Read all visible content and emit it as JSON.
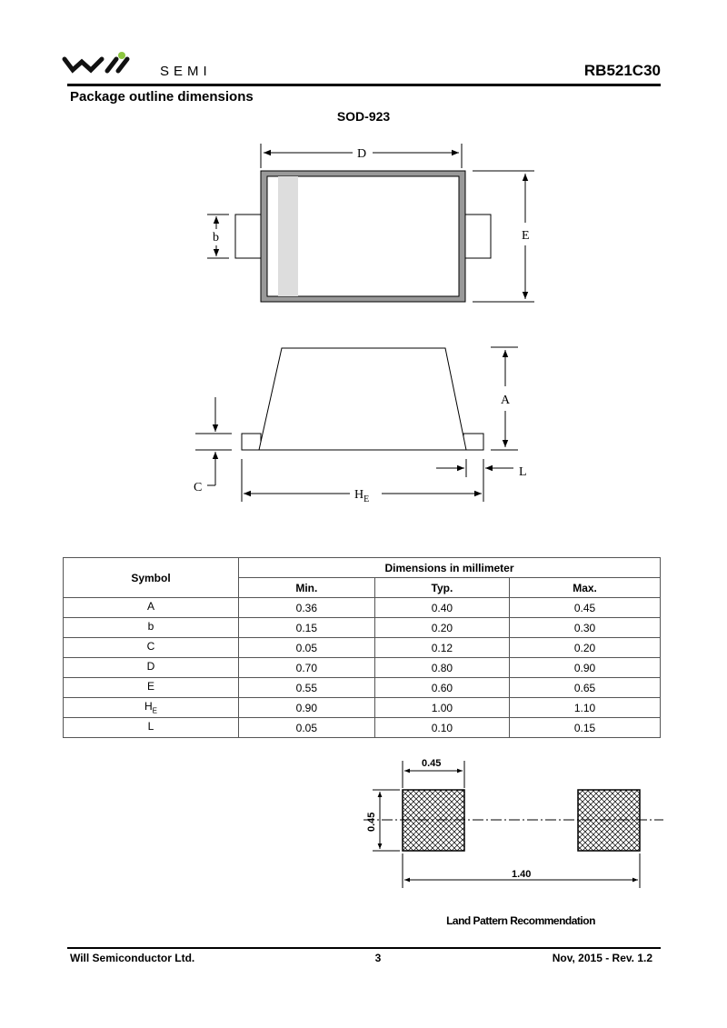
{
  "header": {
    "logo_text": "SEMI",
    "logo_brand": "Will Semi",
    "part_number": "RB521C30"
  },
  "section_title": "Package outline dimensions",
  "package_name": "SOD-923",
  "drawing_labels": {
    "D": "D",
    "E": "E",
    "b": "b",
    "A": "A",
    "C": "C",
    "H": "H",
    "H_sub": "E",
    "L": "L"
  },
  "table": {
    "symbol_header": "Symbol",
    "group_header": "Dimensions in millimeter",
    "columns": [
      "Min.",
      "Typ.",
      "Max."
    ],
    "rows": [
      {
        "symbol": "A",
        "sub": "",
        "min": "0.36",
        "typ": "0.40",
        "max": "0.45"
      },
      {
        "symbol": "b",
        "sub": "",
        "min": "0.15",
        "typ": "0.20",
        "max": "0.30"
      },
      {
        "symbol": "C",
        "sub": "",
        "min": "0.05",
        "typ": "0.12",
        "max": "0.20"
      },
      {
        "symbol": "D",
        "sub": "",
        "min": "0.70",
        "typ": "0.80",
        "max": "0.90"
      },
      {
        "symbol": "E",
        "sub": "",
        "min": "0.55",
        "typ": "0.60",
        "max": "0.65"
      },
      {
        "symbol": "H",
        "sub": "E",
        "min": "0.90",
        "typ": "1.00",
        "max": "1.10"
      },
      {
        "symbol": "L",
        "sub": "",
        "min": "0.05",
        "typ": "0.10",
        "max": "0.15"
      }
    ]
  },
  "land_pattern": {
    "pad_width": "0.45",
    "pad_height": "0.45",
    "pitch": "1.40",
    "caption": "Land Pattern Recommendation"
  },
  "footer": {
    "company": "Will Semiconductor Ltd.",
    "page": "3",
    "revision": "Nov, 2015 - Rev. 1.2"
  }
}
